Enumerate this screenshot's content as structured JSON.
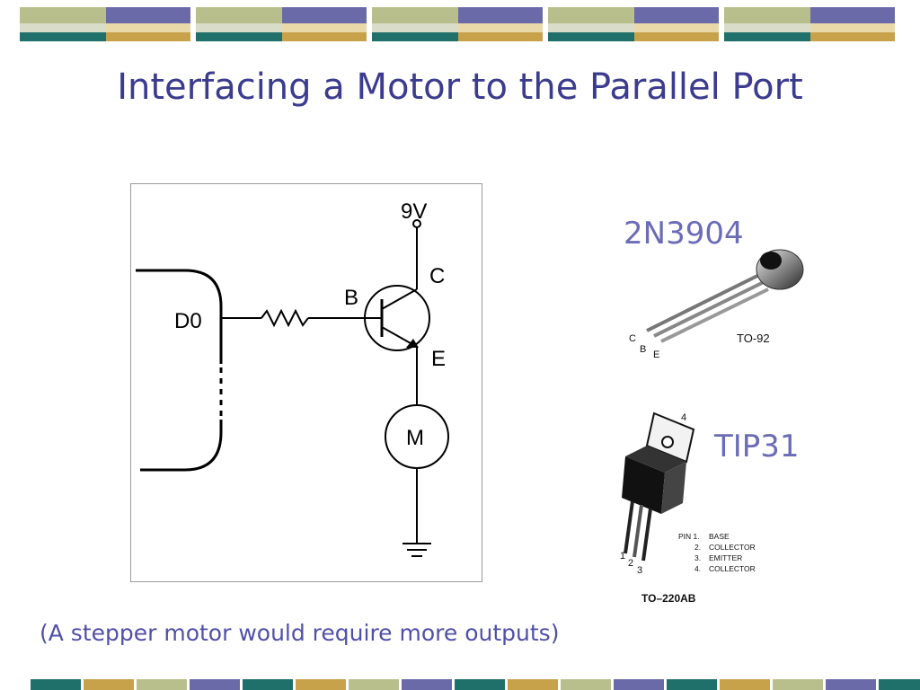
{
  "slide": {
    "title": "Interfacing a Motor to the Parallel Port",
    "caption": "(A stepper motor would require more outputs)"
  },
  "circuit": {
    "supply_label": "9V",
    "collector_label": "C",
    "base_label": "B",
    "emitter_label": "E",
    "port_pin_label": "D0",
    "motor_label": "M"
  },
  "transistors": [
    {
      "name": "2N3904",
      "package": "TO-92",
      "pin_letters": [
        "C",
        "B",
        "E"
      ]
    },
    {
      "name": "TIP31",
      "package": "TO–220AB",
      "tab_pin": "4",
      "pin_numbers": [
        "1",
        "2",
        "3"
      ],
      "pinout_header": "PIN 1.",
      "pinout": [
        {
          "num": "1.",
          "name": "BASE"
        },
        {
          "num": "2.",
          "name": "COLLECTOR"
        },
        {
          "num": "3.",
          "name": "EMITTER"
        },
        {
          "num": "4.",
          "name": "COLLECTOR"
        }
      ]
    }
  ],
  "theme": {
    "title_color": "#3b3b8f",
    "label_color": "#6b6bb8",
    "teal": "#1f6f6a",
    "gold": "#c8a24a",
    "slate": "#6a6aa8",
    "sage": "#b9bf8c"
  }
}
